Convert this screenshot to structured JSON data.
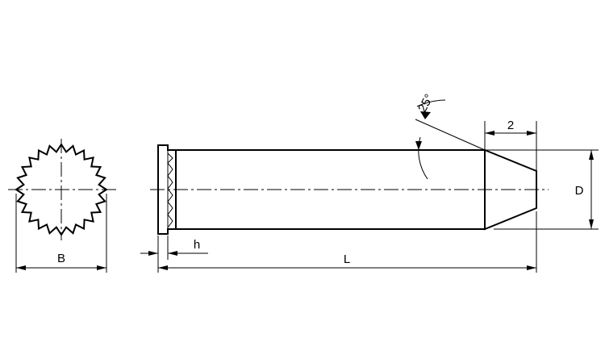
{
  "labels": {
    "B": "B",
    "h": "h",
    "L": "L",
    "D": "D",
    "chamfer_length": "2",
    "chamfer_angle": "25°"
  }
}
